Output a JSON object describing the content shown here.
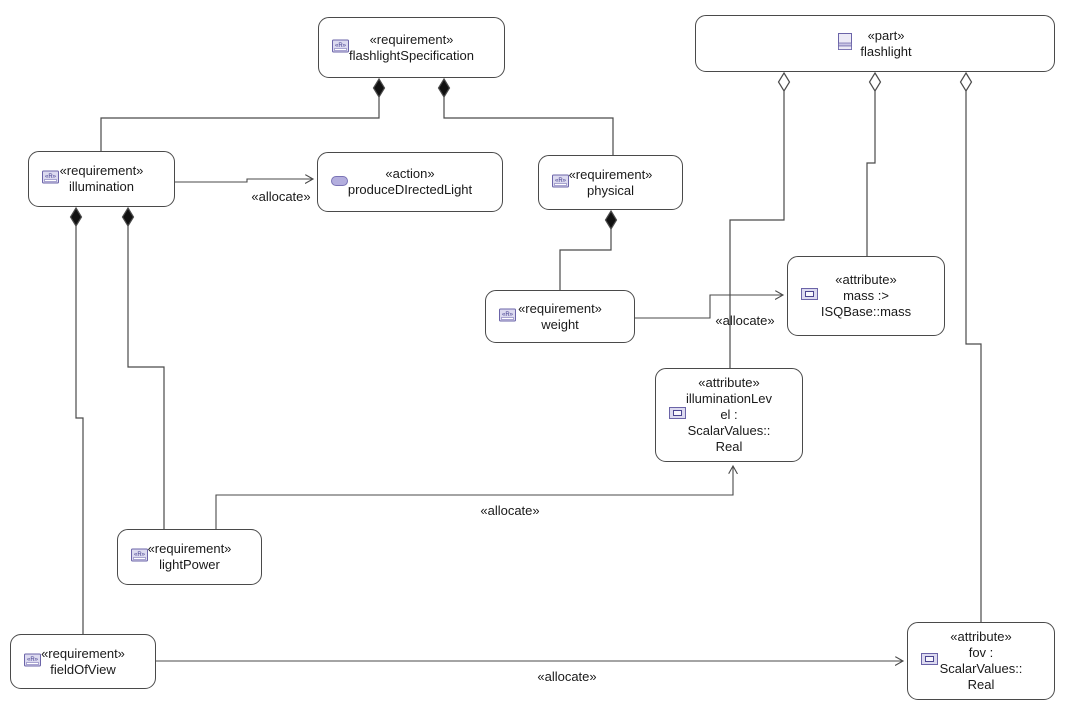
{
  "diagram": {
    "background": "#ffffff",
    "line_color": "#4a4a4a",
    "icon_colors": {
      "border": "#6b64a8",
      "fill": "#dcdaf0",
      "action_fill": "#b3aede",
      "glyph": "#3f3a8c"
    }
  },
  "icon_glyphs": {
    "requirement": "«R»"
  },
  "nodes": {
    "flashlightSpecification": {
      "stereotype": "«requirement»",
      "name": "flashlightSpecification",
      "icon": "requirement-icon"
    },
    "flashlight": {
      "stereotype": "«part»",
      "name": "flashlight",
      "icon": "part-icon"
    },
    "illumination": {
      "stereotype": "«requirement»",
      "name": "illumination",
      "icon": "requirement-icon"
    },
    "produceDIrectedLight": {
      "stereotype": "«action»",
      "name": "produceDIrectedLight",
      "icon": "action-icon"
    },
    "physical": {
      "stereotype": "«requirement»",
      "name": "physical",
      "icon": "requirement-icon"
    },
    "weight": {
      "stereotype": "«requirement»",
      "name": "weight",
      "icon": "requirement-icon"
    },
    "mass": {
      "stereotype": "«attribute»",
      "name": "mass :>\nISQBase::mass",
      "icon": "attribute-icon"
    },
    "illuminationLevel": {
      "stereotype": "«attribute»",
      "name": "illuminationLev\nel :\nScalarValues::\nReal",
      "icon": "attribute-icon"
    },
    "lightPower": {
      "stereotype": "«requirement»",
      "name": "lightPower",
      "icon": "requirement-icon"
    },
    "fieldOfView": {
      "stereotype": "«requirement»",
      "name": "fieldOfView",
      "icon": "requirement-icon"
    },
    "fov": {
      "stereotype": "«attribute»",
      "name": "fov :\nScalarValues::\nReal",
      "icon": "attribute-icon"
    }
  },
  "edges": {
    "composition": [
      {
        "from": "flashlightSpecification",
        "to": "illumination"
      },
      {
        "from": "flashlightSpecification",
        "to": "physical"
      },
      {
        "from": "flashlight",
        "to": "illuminationLevel"
      },
      {
        "from": "flashlight",
        "to": "mass"
      },
      {
        "from": "flashlight",
        "to": "fov"
      },
      {
        "from": "illumination",
        "to": "fieldOfView"
      },
      {
        "from": "illumination",
        "to": "lightPower"
      },
      {
        "from": "physical",
        "to": "weight"
      }
    ],
    "allocate": [
      {
        "from": "illumination",
        "to": "produceDIrectedLight",
        "label": "«allocate»"
      },
      {
        "from": "weight",
        "to": "mass",
        "label": "«allocate»"
      },
      {
        "from": "lightPower",
        "to": "illuminationLevel",
        "label": "«allocate»"
      },
      {
        "from": "fieldOfView",
        "to": "fov",
        "label": "«allocate»"
      }
    ]
  }
}
